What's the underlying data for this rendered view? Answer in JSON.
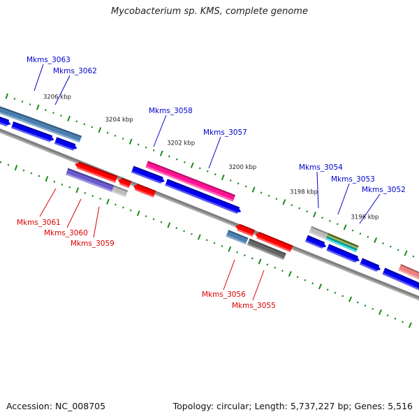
{
  "title": "Mycobacterium sp. KMS, complete genome",
  "footer": {
    "accession": "Accession: NC_008705",
    "summary": "Topology: circular; Length: 5,737,227 bp; Genes: 5,516"
  },
  "colors": {
    "backbone": "#808080",
    "tick": "#1a8a1a",
    "forward_label": "#0000cc",
    "reverse_label": "#dd0000"
  },
  "kbp_labels": [
    "3206 kbp",
    "3204 kbp",
    "3202 kbp",
    "3200 kbp",
    "3198 kbp",
    "3196 kbp"
  ],
  "genes": [
    {
      "name": "Mkms_3063",
      "strand": "forward",
      "color": "#4a7fb0",
      "labeled": true
    },
    {
      "name": "Mkms_3062",
      "strand": "forward",
      "color": "#4a7fb0",
      "labeled": true
    },
    {
      "name": "Mkms_3058",
      "strand": "forward",
      "color": "#0000ee",
      "labeled": true
    },
    {
      "name": "Mkms_3057",
      "strand": "forward",
      "color": "#ff1493",
      "labeled": true
    },
    {
      "name": "Mkms_3054",
      "strand": "forward",
      "color": "#bbbbbb",
      "labeled": true
    },
    {
      "name": "Mkms_3053",
      "strand": "forward",
      "color": "#6b8e23",
      "labeled": true
    },
    {
      "name": "Mkms_3052",
      "strand": "forward",
      "color": "#f08080",
      "labeled": true
    },
    {
      "name": "Mkms_3061",
      "strand": "reverse",
      "color": "#6a5acd",
      "labeled": true
    },
    {
      "name": "Mkms_3060",
      "strand": "reverse",
      "color": "#bbbbbb",
      "labeled": true
    },
    {
      "name": "Mkms_3059",
      "strand": "reverse",
      "color": "#ff0000",
      "labeled": true
    },
    {
      "name": "Mkms_3056",
      "strand": "reverse",
      "color": "#4a7fb0",
      "labeled": true
    },
    {
      "name": "Mkms_3055",
      "strand": "reverse",
      "color": "#666666",
      "labeled": true
    }
  ],
  "cds_colors": {
    "blue": "#0000ee",
    "red": "#ff0000",
    "cyan": "#00cccc"
  }
}
